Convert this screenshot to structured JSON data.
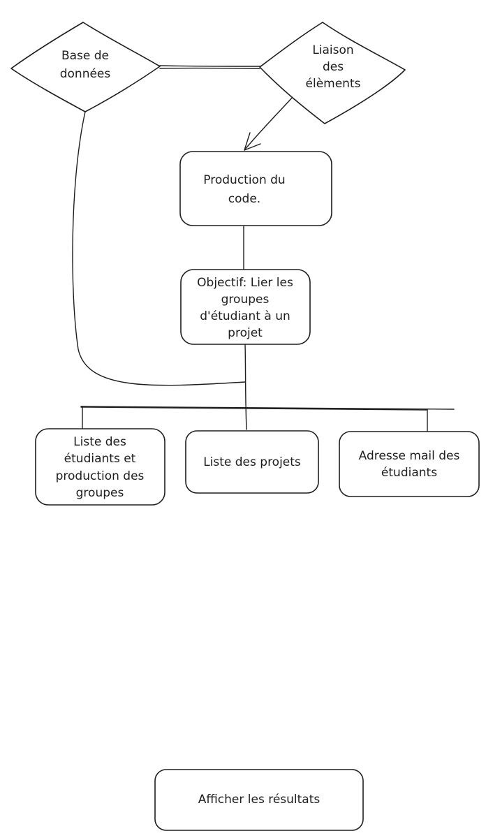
{
  "nodes": {
    "database": {
      "line1": "Base de",
      "line2": "données"
    },
    "linking": {
      "line1": "Liaison",
      "line2": "des",
      "line3": "élèments"
    },
    "production": {
      "line1": "Production du",
      "line2": "code."
    },
    "objective": {
      "line1": "Objectif: Lier les",
      "line2": "groupes",
      "line3": "d'étudiant à un",
      "line4": "projet"
    },
    "student_list": {
      "line1": "Liste des",
      "line2": "étudiants et",
      "line3": "production des",
      "line4": "groupes"
    },
    "project_list": {
      "line1": "Liste des projets"
    },
    "student_email": {
      "line1": "Adresse mail des",
      "line2": "étudiants"
    },
    "show_results": {
      "line1": "Afficher les résultats"
    }
  },
  "colors": {
    "stroke": "#1e1e1e",
    "fill": "#ffffff",
    "background": "#ffffff"
  }
}
